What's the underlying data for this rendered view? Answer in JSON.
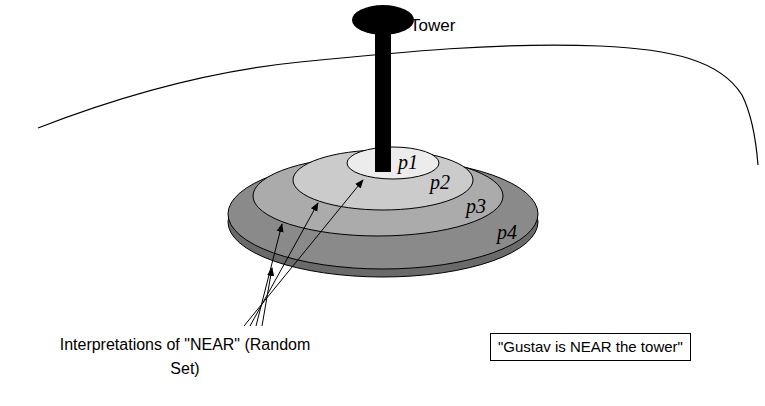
{
  "diagram": {
    "nodes": [
      {
        "text": [
          "p4"
        ]
      },
      {
        "text": [
          "p3"
        ],
        "in": 0
      },
      {
        "text": [
          "p2"
        ],
        "in": 1
      },
      {
        "text": [
          "p1"
        ],
        "in": 2
      },
      {
        "text": [
          "\"Gustav is NEAR the tower\""
        ]
      }
    ],
    "labels": [
      "Tower",
      "Interpretations of \"NEAR\" (Random Set)"
    ]
  }
}
